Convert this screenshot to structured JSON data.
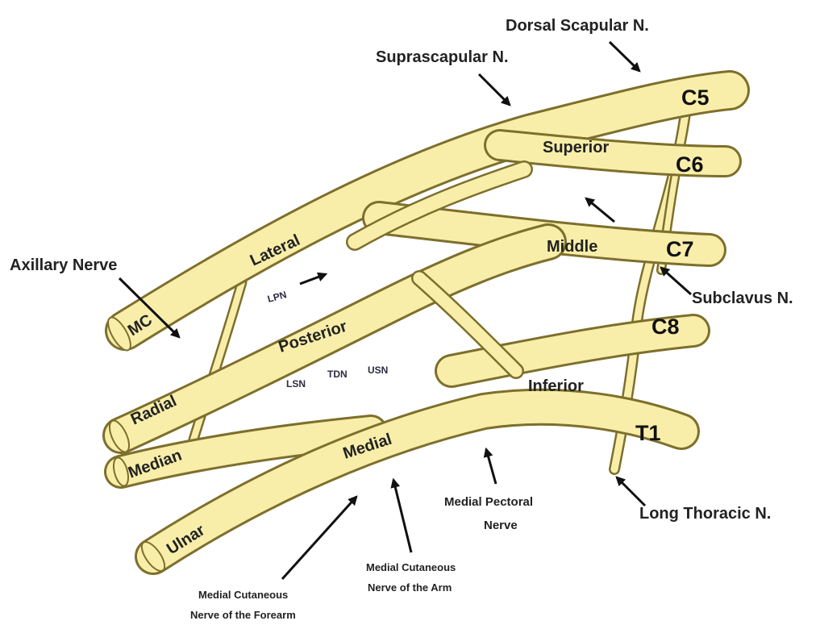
{
  "roots": {
    "c5": "C5",
    "c6": "C6",
    "c7": "C7",
    "c8": "C8",
    "t1": "T1"
  },
  "trunks": {
    "superior": "Superior",
    "middle": "Middle",
    "inferior": "Inferior"
  },
  "cords": {
    "lateral": "Lateral",
    "posterior": "Posterior",
    "medial": "Medial"
  },
  "terminals": {
    "mc": "MC",
    "radial": "Radial",
    "median": "Median",
    "ulnar": "Ulnar"
  },
  "branches": {
    "dorsal_scapular": "Dorsal Scapular N.",
    "suprascapular": "Suprascapular N.",
    "axillary": "Axillary Nerve",
    "subclavius": "Subclavus N.",
    "long_thoracic": "Long Thoracic N.",
    "medial_pectoral_line1": "Medial Pectoral",
    "medial_pectoral_line2": "Nerve",
    "mcn_arm_line1": "Medial Cutaneous",
    "mcn_arm_line2": "Nerve of the Arm",
    "mcn_forearm_line1": "Medial Cutaneous",
    "mcn_forearm_line2": "Nerve of the Forearm",
    "lpn": "LPN",
    "lsn": "LSN",
    "tdn": "TDN",
    "usn": "USN"
  },
  "colors": {
    "nerve": "#f8eeaa",
    "outline": "#7d6f2c",
    "arrow": "#111111",
    "text": "#222222"
  }
}
